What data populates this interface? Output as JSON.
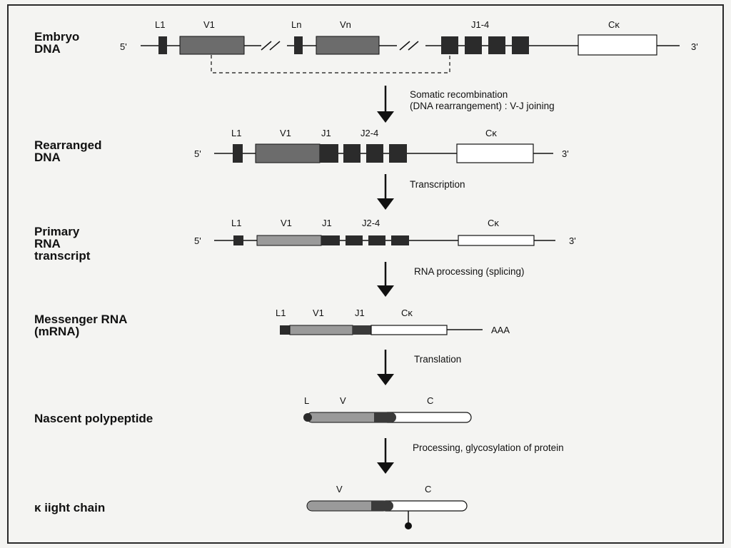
{
  "rows": {
    "embryo": {
      "label": "Embryo\nDNA",
      "five_prime": "5'",
      "three_prime": "3'",
      "segments": [
        "L1",
        "V1",
        "Ln",
        "Vn",
        "J1-4",
        "Cκ"
      ]
    },
    "rearranged": {
      "label": "Rearranged\nDNA",
      "five_prime": "5'",
      "three_prime": "3'",
      "segments": [
        "L1",
        "V1",
        "J1",
        "J2-4",
        "Cκ"
      ]
    },
    "primary": {
      "label": "Primary\nRNA\ntranscript",
      "five_prime": "5'",
      "three_prime": "3'",
      "segments": [
        "L1",
        "V1",
        "J1",
        "J2-4",
        "Cκ"
      ]
    },
    "mrna": {
      "label": "Messenger RNA\n(mRNA)",
      "tail": "AAA",
      "segments": [
        "L1",
        "V1",
        "J1",
        "Cκ"
      ]
    },
    "nascent": {
      "label": "Nascent polypeptide",
      "segments": [
        "L",
        "V",
        "C"
      ]
    },
    "light": {
      "label": "κ iight chain",
      "segments": [
        "V",
        "C"
      ]
    }
  },
  "steps": [
    {
      "line1": "Somatic recombination",
      "line2": "(DNA rearrangement) : V-J joining"
    },
    {
      "line1": "Transcription",
      "line2": ""
    },
    {
      "line1": "RNA processing (splicing)",
      "line2": ""
    },
    {
      "line1": "Translation",
      "line2": ""
    },
    {
      "line1": "Processing, glycosylation of protein",
      "line2": ""
    }
  ],
  "colors": {
    "dark_box": "#2b2b2b",
    "variable_box": "#6c6c6c",
    "rna_variable": "#9a9a9a",
    "white_box": "#ffffff",
    "line": "#111111"
  }
}
